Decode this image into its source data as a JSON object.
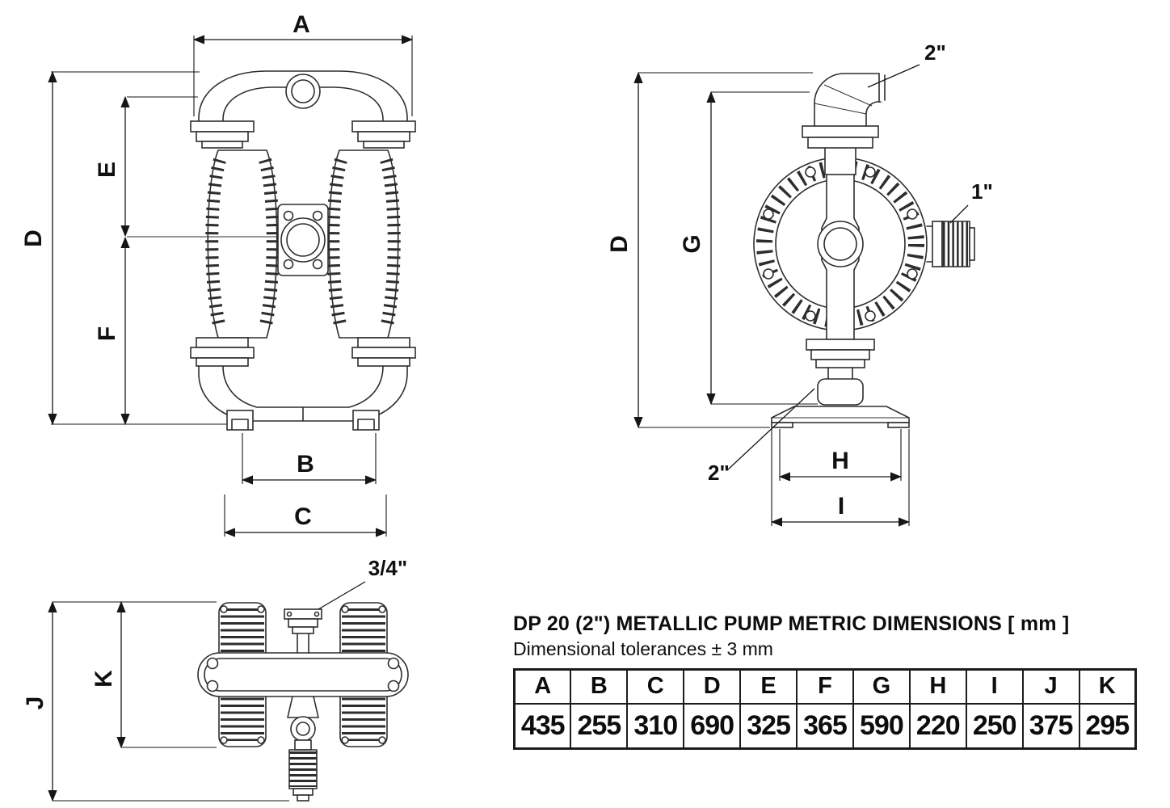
{
  "colors": {
    "background": "#ffffff",
    "ink": "#161616",
    "line": "#2d2d2d"
  },
  "front_view": {
    "dim_labels": {
      "a": "A",
      "b": "B",
      "c": "C",
      "d": "D",
      "e": "E",
      "f": "F"
    }
  },
  "side_view": {
    "dim_labels": {
      "d": "D",
      "g": "G",
      "h": "H",
      "i": "I"
    },
    "port_labels": {
      "top": "2\"",
      "side": "1\"",
      "bottom": "2\""
    }
  },
  "top_view": {
    "dim_labels": {
      "j": "J",
      "k": "K"
    },
    "port_labels": {
      "center": "3/4\""
    }
  },
  "table": {
    "title": "DP 20 (2\") METALLIC PUMP METRIC DIMENSIONS [ mm ]",
    "subtitle": "Dimensional tolerances ± 3 mm",
    "columns": [
      {
        "header": "A",
        "value": "435"
      },
      {
        "header": "B",
        "value": "255"
      },
      {
        "header": "C",
        "value": "310"
      },
      {
        "header": "D",
        "value": "690"
      },
      {
        "header": "E",
        "value": "325"
      },
      {
        "header": "F",
        "value": "365"
      },
      {
        "header": "G",
        "value": "590"
      },
      {
        "header": "H",
        "value": "220"
      },
      {
        "header": "I",
        "value": "250"
      },
      {
        "header": "J",
        "value": "375"
      },
      {
        "header": "K",
        "value": "295"
      }
    ]
  },
  "chart_data": {
    "type": "table",
    "title": "DP 20 (2\") METALLIC PUMP METRIC DIMENSIONS [ mm ]",
    "subtitle": "Dimensional tolerances ± 3 mm",
    "columns": [
      "A",
      "B",
      "C",
      "D",
      "E",
      "F",
      "G",
      "H",
      "I",
      "J",
      "K"
    ],
    "values_mm": [
      435,
      255,
      310,
      690,
      325,
      365,
      590,
      220,
      250,
      375,
      295
    ]
  }
}
